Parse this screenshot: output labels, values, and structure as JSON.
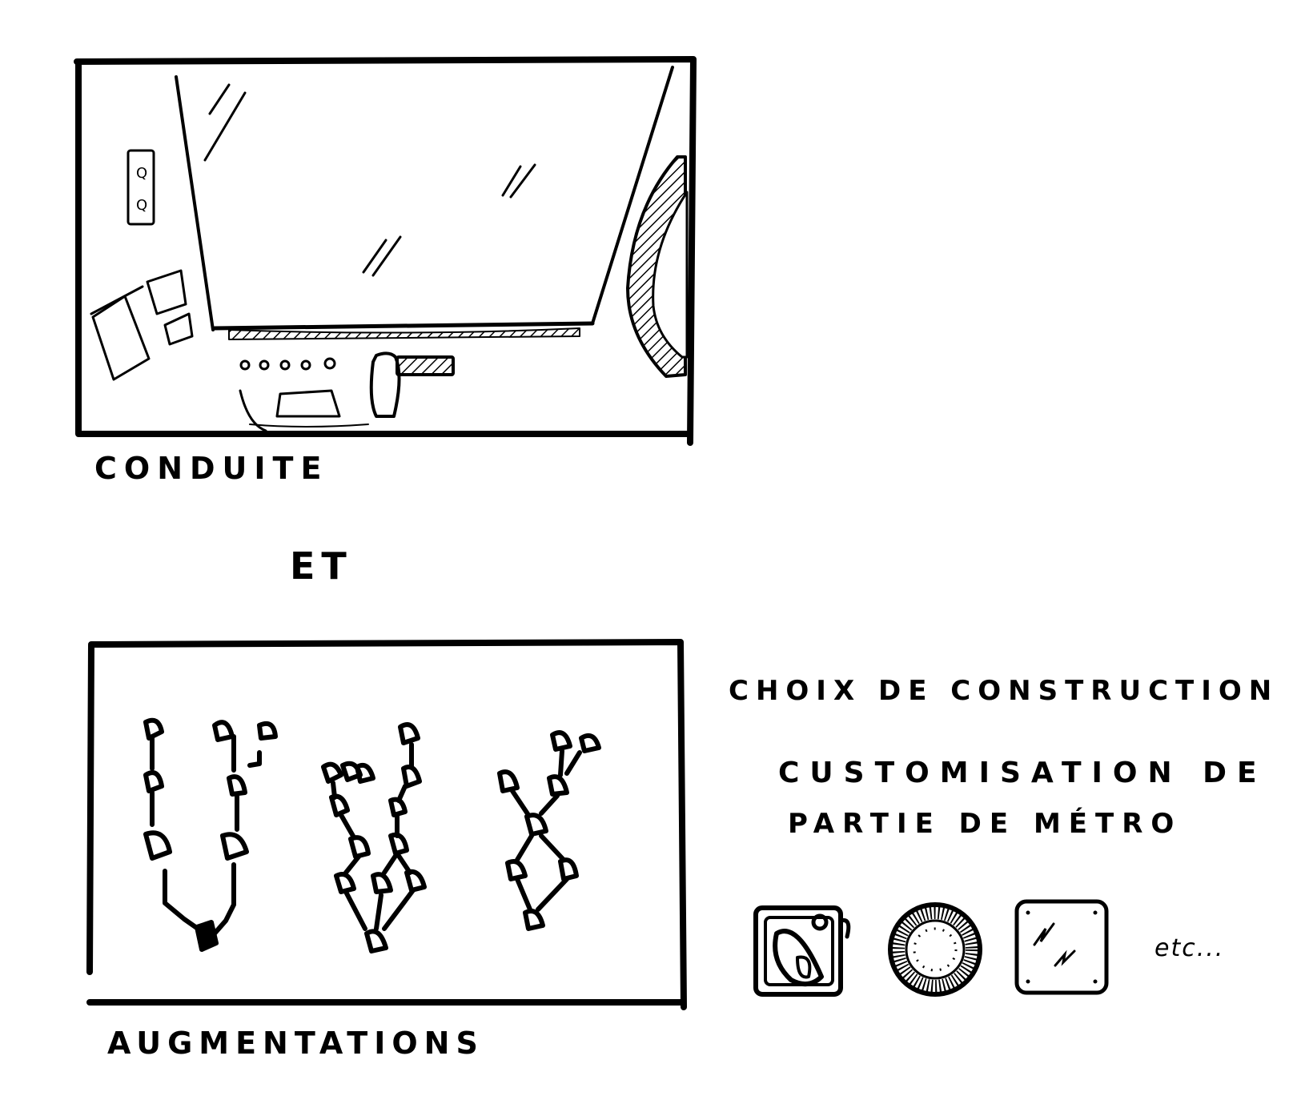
{
  "labels": {
    "driving": "CONDUITE",
    "and": "ET",
    "upgrades": "AUGMENTATIONS",
    "build_choices": "CHOIX DE CONSTRUCTION",
    "customisation_line1": "CUSTOMISATION DE",
    "customisation_line2": "PARTIE DE MÉTRO",
    "etc": "etc..."
  },
  "icons": [
    "sticker-part-icon",
    "wheel-part-icon",
    "window-panel-part-icon"
  ],
  "colors": {
    "ink": "#000000",
    "paper": "#ffffff"
  }
}
